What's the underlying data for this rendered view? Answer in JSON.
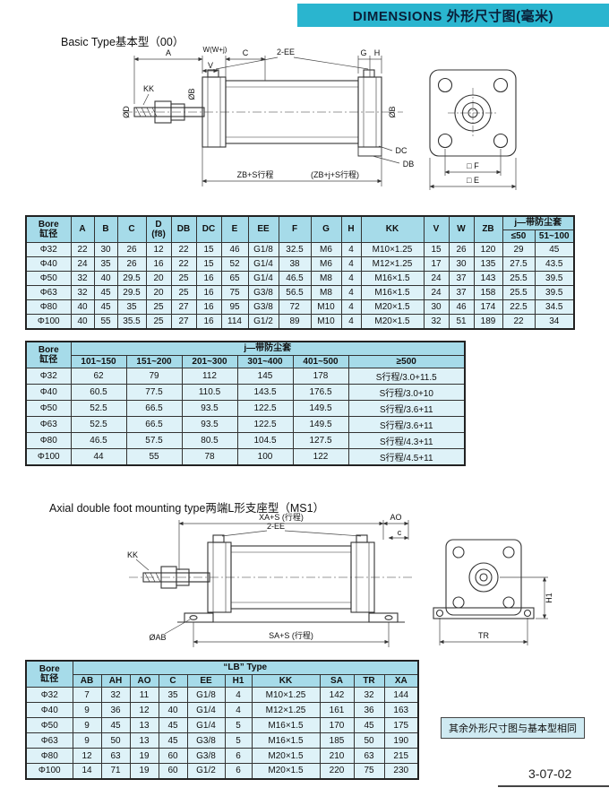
{
  "page": {
    "banner": "DIMENSIONS 外形尺寸图(毫米)",
    "page_number": "3-07-02",
    "note": "其余外形尺寸图与基本型相同"
  },
  "sections": {
    "basic": {
      "title": "Basic Type基本型（00）"
    },
    "axial": {
      "title": "Axial double foot mounting type两端L形支座型（MS1）"
    }
  },
  "drawing1": {
    "labels": {
      "A": "A",
      "W": "W(W+j)",
      "V": "V",
      "C": "C",
      "EE": "2-EE",
      "G": "G",
      "H": "H",
      "OD": "ØD",
      "KK": "KK",
      "OB_left": "ØB",
      "OB_right": "ØB",
      "DC": "DC",
      "DB": "DB",
      "ZB": "ZB+S行程",
      "ZBJ": "(ZB+j+S行程)",
      "F": "□ F",
      "E": "□ E"
    }
  },
  "drawing2": {
    "labels": {
      "XAS": "XA+S (行程)",
      "AO": "AO",
      "EE": "2-EE",
      "C": "c",
      "KK": "KK",
      "OAB": "ØAB",
      "H1": "H1",
      "SAS": "SA+S (行程)",
      "TR": "TR"
    }
  },
  "table1": {
    "bore_header": "Bore\n缸径",
    "columns": [
      "A",
      "B",
      "C",
      "D\n(f8)",
      "DB",
      "DC",
      "E",
      "EE",
      "F",
      "G",
      "H",
      "KK",
      "V",
      "W",
      "ZB"
    ],
    "group_label": "j—带防尘套",
    "sub_columns": [
      "≤50",
      "51~100"
    ],
    "rows": [
      [
        "Φ32",
        "22",
        "30",
        "26",
        "12",
        "22",
        "15",
        "46",
        "G1/8",
        "32.5",
        "M6",
        "4",
        "M10×1.25",
        "15",
        "26",
        "120",
        "29",
        "45"
      ],
      [
        "Φ40",
        "24",
        "35",
        "26",
        "16",
        "22",
        "15",
        "52",
        "G1/4",
        "38",
        "M6",
        "4",
        "M12×1.25",
        "17",
        "30",
        "135",
        "27.5",
        "43.5"
      ],
      [
        "Φ50",
        "32",
        "40",
        "29.5",
        "20",
        "25",
        "16",
        "65",
        "G1/4",
        "46.5",
        "M8",
        "4",
        "M16×1.5",
        "24",
        "37",
        "143",
        "25.5",
        "39.5"
      ],
      [
        "Φ63",
        "32",
        "45",
        "29.5",
        "20",
        "25",
        "16",
        "75",
        "G3/8",
        "56.5",
        "M8",
        "4",
        "M16×1.5",
        "24",
        "37",
        "158",
        "25.5",
        "39.5"
      ],
      [
        "Φ80",
        "40",
        "45",
        "35",
        "25",
        "27",
        "16",
        "95",
        "G3/8",
        "72",
        "M10",
        "4",
        "M20×1.5",
        "30",
        "46",
        "174",
        "22.5",
        "34.5"
      ],
      [
        "Φ100",
        "40",
        "55",
        "35.5",
        "25",
        "27",
        "16",
        "114",
        "G1/2",
        "89",
        "M10",
        "4",
        "M20×1.5",
        "32",
        "51",
        "189",
        "22",
        "34"
      ]
    ]
  },
  "table2": {
    "bore_header": "Bore\n缸径",
    "group_label": "j—带防尘套",
    "sub_columns": [
      "101~150",
      "151~200",
      "201~300",
      "301~400",
      "401~500",
      "≥500"
    ],
    "rows": [
      [
        "Φ32",
        "62",
        "79",
        "112",
        "145",
        "178",
        "S行程/3.0+11.5"
      ],
      [
        "Φ40",
        "60.5",
        "77.5",
        "110.5",
        "143.5",
        "176.5",
        "S行程/3.0+10"
      ],
      [
        "Φ50",
        "52.5",
        "66.5",
        "93.5",
        "122.5",
        "149.5",
        "S行程/3.6+11"
      ],
      [
        "Φ63",
        "52.5",
        "66.5",
        "93.5",
        "122.5",
        "149.5",
        "S行程/3.6+11"
      ],
      [
        "Φ80",
        "46.5",
        "57.5",
        "80.5",
        "104.5",
        "127.5",
        "S行程/4.3+11"
      ],
      [
        "Φ100",
        "44",
        "55",
        "78",
        "100",
        "122",
        "S行程/4.5+11"
      ]
    ]
  },
  "table3": {
    "bore_header": "Bore\n缸径",
    "group_label": "“LB” Type",
    "sub_columns": [
      "AB",
      "AH",
      "AO",
      "C",
      "EE",
      "H1",
      "KK",
      "SA",
      "TR",
      "XA"
    ],
    "rows": [
      [
        "Φ32",
        "7",
        "32",
        "11",
        "35",
        "G1/8",
        "4",
        "M10×1.25",
        "142",
        "32",
        "144"
      ],
      [
        "Φ40",
        "9",
        "36",
        "12",
        "40",
        "G1/4",
        "4",
        "M12×1.25",
        "161",
        "36",
        "163"
      ],
      [
        "Φ50",
        "9",
        "45",
        "13",
        "45",
        "G1/4",
        "5",
        "M16×1.5",
        "170",
        "45",
        "175"
      ],
      [
        "Φ63",
        "9",
        "50",
        "13",
        "45",
        "G3/8",
        "5",
        "M16×1.5",
        "185",
        "50",
        "190"
      ],
      [
        "Φ80",
        "12",
        "63",
        "19",
        "60",
        "G3/8",
        "6",
        "M20×1.5",
        "210",
        "63",
        "215"
      ],
      [
        "Φ100",
        "14",
        "71",
        "19",
        "60",
        "G1/2",
        "6",
        "M20×1.5",
        "220",
        "75",
        "230"
      ]
    ]
  }
}
